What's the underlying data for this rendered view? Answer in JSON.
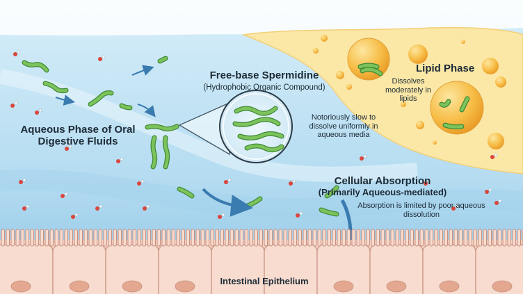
{
  "labels": {
    "aqueous_phase": "Aqueous Phase of Oral Digestive Fluids",
    "spermidine_title": "Free-base Spermidine",
    "spermidine_subtitle": "(Hydrophobic Organic Compound)",
    "slow_note": "Notoriously slow to dissolve uniformly in aqueous media",
    "lipid_title": "Lipid Phase",
    "lipid_note": "Dissolves moderately in lipids",
    "absorption_title": "Cellular Absorption",
    "absorption_subtitle": "(Primarily Aqueous-mediated)",
    "absorption_note": "Absorption is limited by poor aqueous dissolution",
    "epithelium": "Intestinal Epithelium"
  },
  "colors": {
    "water": "#bfe0f2",
    "water_deep": "#8fc6e6",
    "lipid": "#fbe7a6",
    "droplet": "#f6b73c",
    "molecule": "#7dc35c",
    "molecule_edge": "#3f8a36",
    "cell": "#f4d2c1",
    "cell_edge": "#c99080",
    "nucleus": "#e3a88f",
    "arrow": "#3a7bb0"
  }
}
